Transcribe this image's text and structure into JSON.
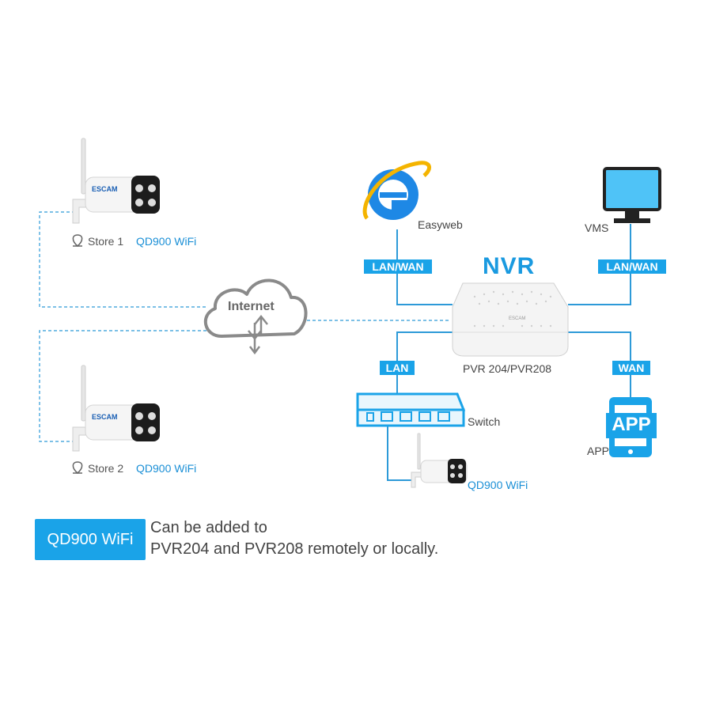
{
  "nodes": {
    "internet": "Internet",
    "easyweb": "Easyweb",
    "vms": "VMS",
    "nvr_title": "NVR",
    "nvr_model": "PVR 204/PVR208",
    "switch": "Switch",
    "app_icon_text": "APP",
    "app_label": "APP",
    "camera_logo": "ESCAM"
  },
  "links": {
    "lan_wan_left": "LAN/WAN",
    "lan_wan_right": "LAN/WAN",
    "lan": "LAN",
    "wan": "WAN"
  },
  "cameras": {
    "store1": {
      "location": "Store 1",
      "model": "QD900 WiFi"
    },
    "store2": {
      "location": "Store 2",
      "model": "QD900 WiFi"
    },
    "local": {
      "model": "QD900 WiFi"
    }
  },
  "footer": {
    "badge": "QD900 WiFi",
    "line1": "Can be added  to",
    "line2": "PVR204 and PVR208 remotely or locally."
  },
  "colors": {
    "accent": "#1aa3e8",
    "line": "#2d9ad8",
    "cloud": "#8a8a8a",
    "monitor_screen": "#4fc3f7"
  }
}
